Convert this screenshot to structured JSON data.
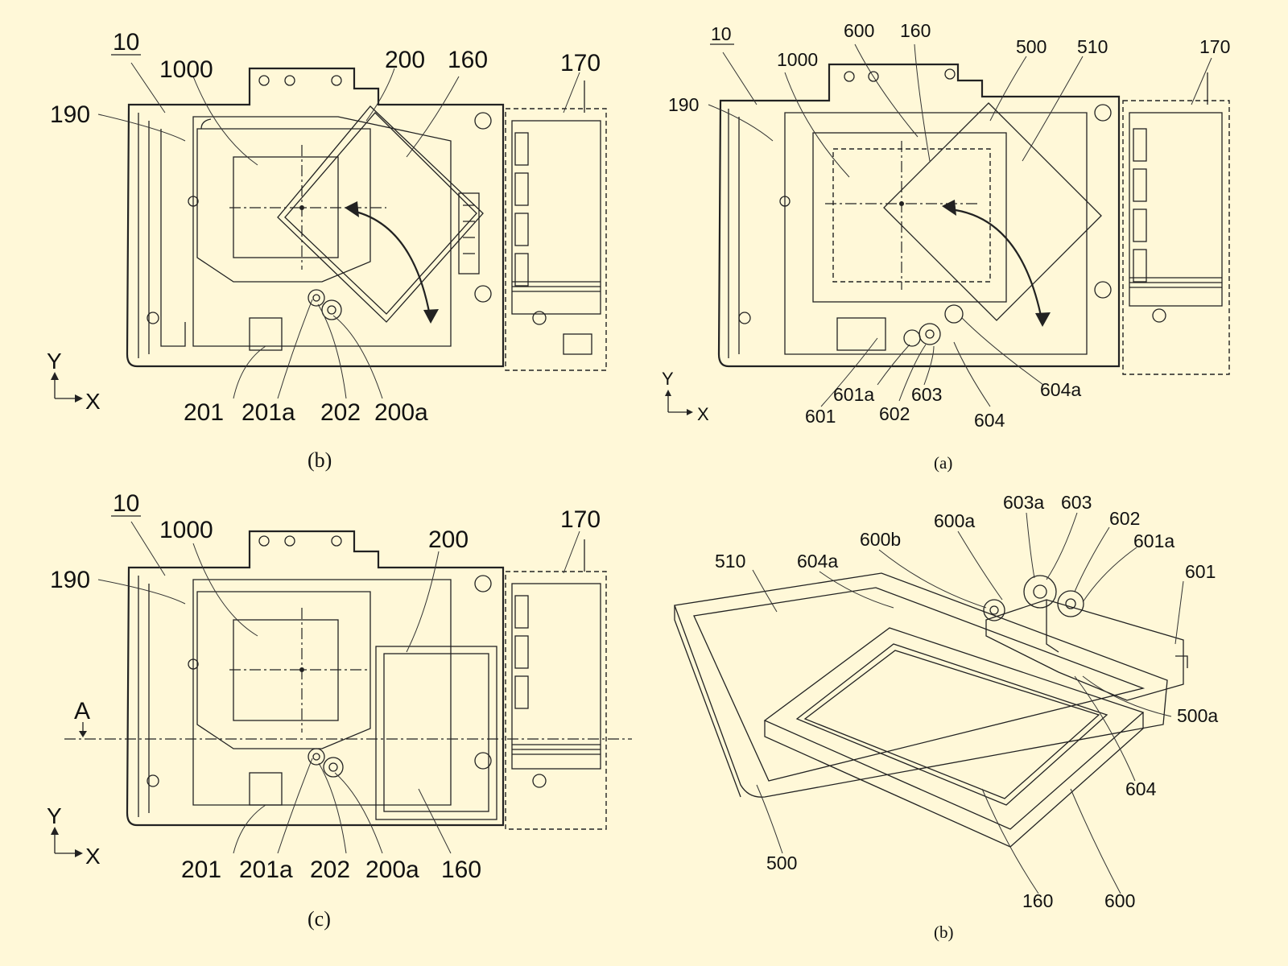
{
  "panels": {
    "top_left": {
      "caption": "(b)",
      "labels": {
        "ref10": "10",
        "ref1000": "1000",
        "ref190": "190",
        "ref200": "200",
        "ref160": "160",
        "ref170": "170",
        "ref201": "201",
        "ref201a": "201a",
        "ref202": "202",
        "ref200a": "200a"
      },
      "axes": {
        "y": "Y",
        "x": "X"
      }
    },
    "top_right": {
      "caption": "(a)",
      "labels": {
        "ref10": "10",
        "ref1000": "1000",
        "ref190": "190",
        "ref600": "600",
        "ref160": "160",
        "ref500": "500",
        "ref510": "510",
        "ref170": "170",
        "ref601a": "601a",
        "ref601": "601",
        "ref602": "602",
        "ref603": "603",
        "ref604": "604",
        "ref604a": "604a"
      },
      "axes": {
        "y": "Y",
        "x": "X"
      }
    },
    "bottom_left": {
      "caption": "(c)",
      "labels": {
        "ref10": "10",
        "ref1000": "1000",
        "ref190": "190",
        "ref200": "200",
        "ref170": "170",
        "refA": "A",
        "ref201": "201",
        "ref201a": "201a",
        "ref202": "202",
        "ref200a": "200a",
        "ref160": "160"
      },
      "axes": {
        "y": "Y",
        "x": "X"
      }
    },
    "bottom_right": {
      "caption": "(b)",
      "labels": {
        "ref510": "510",
        "ref604a": "604a",
        "ref600b": "600b",
        "ref600a": "600a",
        "ref603a": "603a",
        "ref603": "603",
        "ref602": "602",
        "ref601a": "601a",
        "ref601": "601",
        "ref500a": "500a",
        "ref604": "604",
        "ref500": "500",
        "ref160": "160",
        "ref600": "600"
      }
    }
  }
}
